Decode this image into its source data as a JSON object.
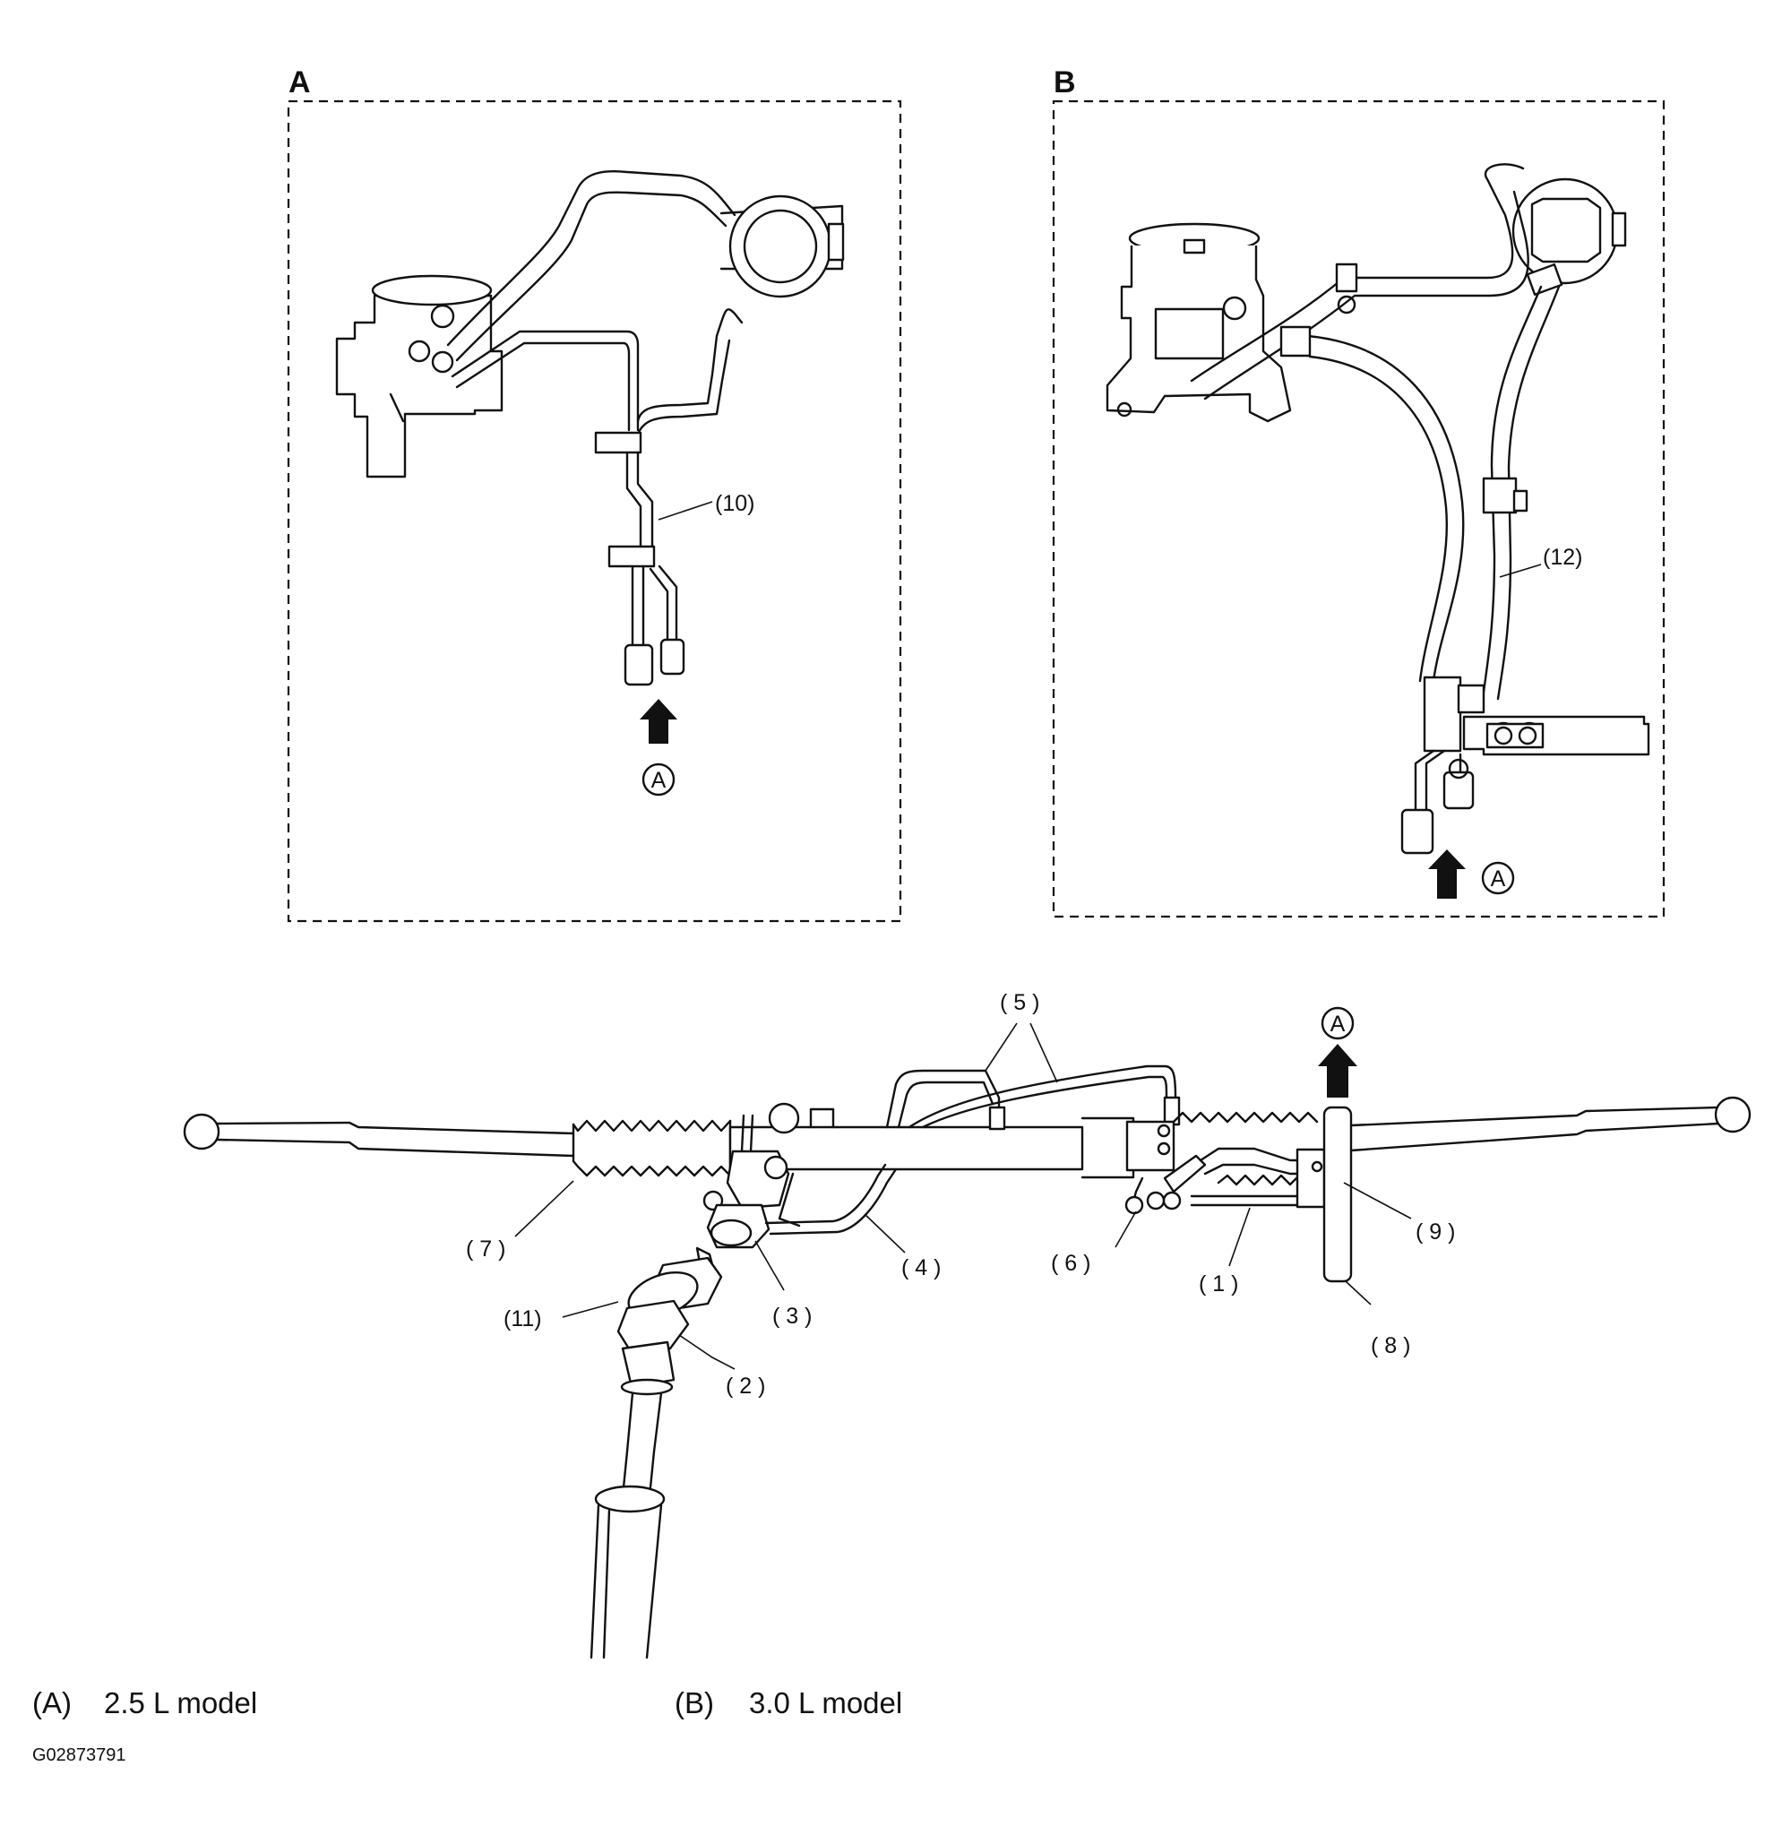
{
  "panels": {
    "a": {
      "letter": "A"
    },
    "b": {
      "letter": "B"
    }
  },
  "callouts": {
    "c1": "( 1 )",
    "c2": "( 2 )",
    "c3": "( 3 )",
    "c4": "( 4 )",
    "c5": "( 5 )",
    "c6": "( 6 )",
    "c7": "( 7 )",
    "c8": "( 8 )",
    "c9": "( 9 )",
    "c10": "(10)",
    "c11": "(11)",
    "c12": "(12)"
  },
  "markers": {
    "flow_a": "A",
    "flow_b": "A",
    "flow_main": "A"
  },
  "legend": {
    "a_key": "(A)",
    "a_text": "2.5 L model",
    "b_key": "(B)",
    "b_text": "3.0 L model"
  },
  "figure_id": "G02873791"
}
